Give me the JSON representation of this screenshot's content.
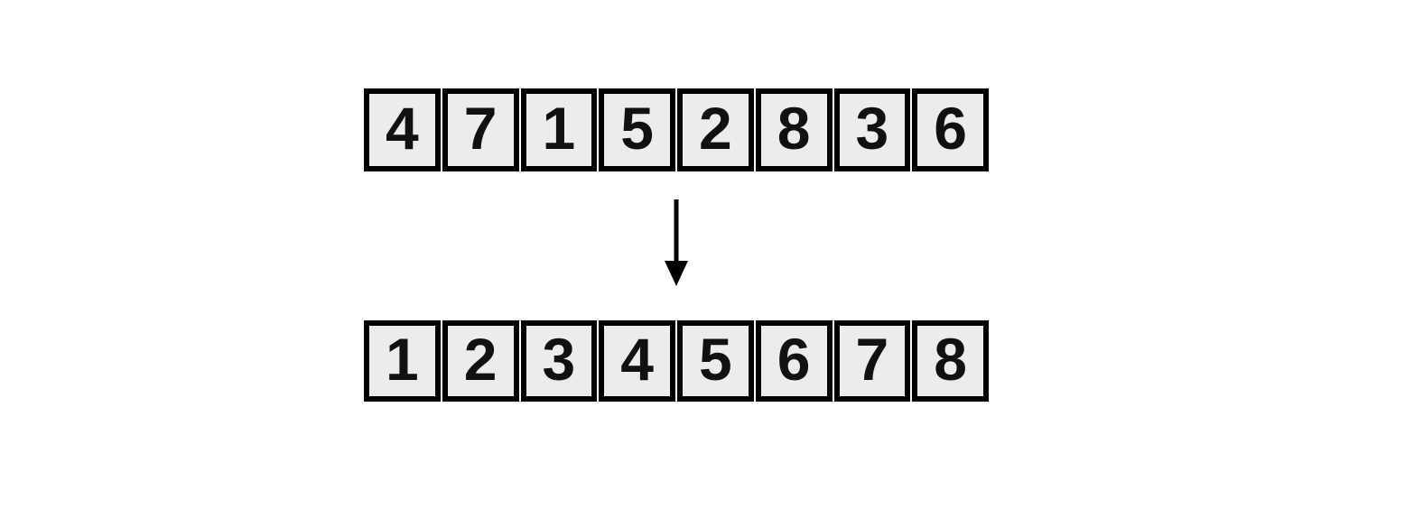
{
  "diagram": {
    "description": "Unsorted array transformed into sorted array",
    "arrays": {
      "unsorted": {
        "values": [
          "4",
          "7",
          "1",
          "5",
          "2",
          "8",
          "3",
          "6"
        ]
      },
      "sorted": {
        "values": [
          "1",
          "2",
          "3",
          "4",
          "5",
          "6",
          "7",
          "8"
        ]
      }
    },
    "arrow": {
      "icon": "down-arrow-icon",
      "direction": "down"
    },
    "colors": {
      "background": "#ffffff",
      "cell_fill": "#ececec",
      "cell_border": "#000000",
      "digit": "#111111",
      "arrow": "#000000"
    }
  }
}
